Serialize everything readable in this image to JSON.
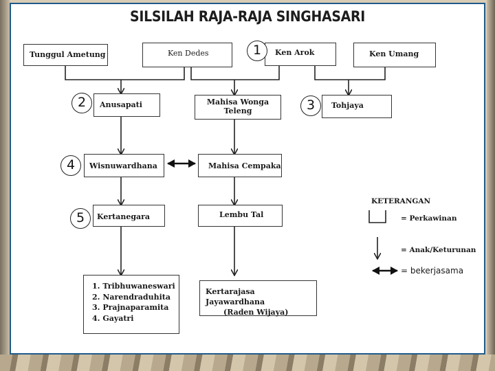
{
  "title": "SILSILAH RAJA-RAJA SINGHASARI",
  "boxes": {
    "tunggul_ametung": "Tunggul Ametung",
    "ken_dedes": "Ken Dedes",
    "ken_arok": "Ken Arok",
    "ken_umang": "Ken Umang",
    "anusapati": "Anusapati",
    "mahisa_wonga_teleng_1": "Mahisa Wonga",
    "mahisa_wonga_teleng_2": "Teleng",
    "tohjaya": "Tohjaya",
    "wisnuwardhana": "Wisnuwardhana",
    "mahisa_cempaka": "Mahisa Cempaka",
    "kertanegara": "Kertanegara",
    "lembu_tal": "Lembu Tal",
    "daughters": [
      "1. Tribhuwaneswari",
      "2. Narendraduhita",
      "3. Prajnaparamita",
      "4. Gayatri"
    ],
    "kertarajasa_1": "Kertarajasa Jayawardhana",
    "kertarajasa_2": "(Raden Wijaya)"
  },
  "markers": [
    "1",
    "2",
    "3",
    "4",
    "5"
  ],
  "legend": {
    "heading": "KETERANGAN",
    "marriage": "= Perkawinan",
    "descent": "= Anak/Keturunan",
    "cooperation": "= bekerjasama"
  }
}
